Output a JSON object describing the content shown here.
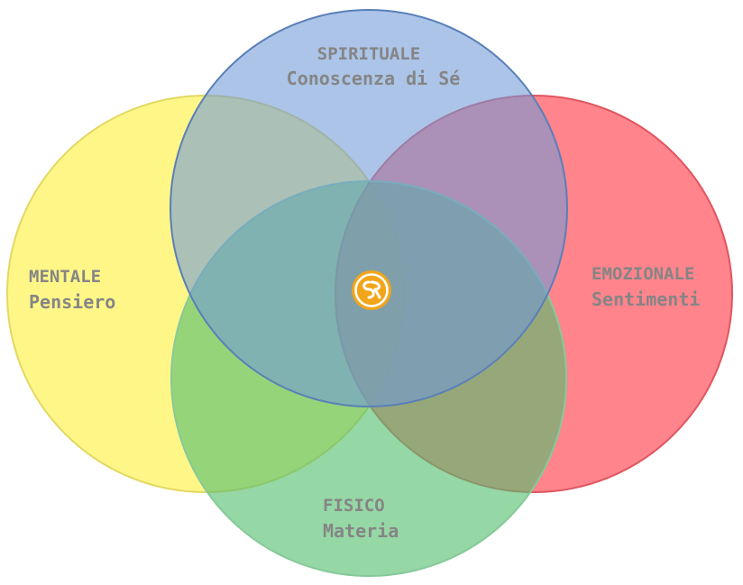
{
  "diagram": {
    "circles": [
      {
        "id": "spirituale",
        "title": "SPIRITUALE",
        "subtitle": "Conoscenza di Sé",
        "fill": "#6f9ad8",
        "stroke": "#5a7fb8"
      },
      {
        "id": "mentale",
        "title": "MENTALE",
        "subtitle": "Pensiero",
        "fill": "#fff35a",
        "stroke": "#e3d862"
      },
      {
        "id": "emozionale",
        "title": "EMOZIONALE",
        "subtitle": "Sentimenti",
        "fill": "#ff5460",
        "stroke": "#e0555f"
      },
      {
        "id": "fisico",
        "title": "FISICO",
        "subtitle": "Materia",
        "fill": "#56bf6f",
        "stroke": "#86c99a"
      }
    ],
    "center_logo": {
      "icon": "sr-logo-icon",
      "color": "#f2a51a"
    },
    "label_color": "#858585"
  }
}
